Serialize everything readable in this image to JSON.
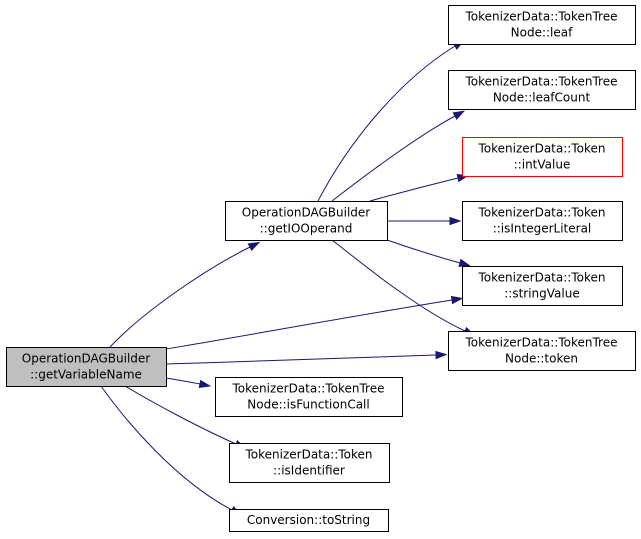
{
  "diagram": {
    "type": "call-graph",
    "colors": {
      "edge": "#191970",
      "root_fill": "#bfbfbf",
      "node_fill": "#ffffff",
      "node_border": "#000000",
      "missing_border": "#ff0000"
    },
    "nodes": [
      {
        "id": "getVariableName",
        "lines": [
          "OperationDAGBuilder",
          "::getVariableName"
        ],
        "style": "root"
      },
      {
        "id": "getIOOperand",
        "lines": [
          "OperationDAGBuilder",
          "::getIOOperand"
        ],
        "style": "normal"
      },
      {
        "id": "leaf",
        "lines": [
          "TokenizerData::TokenTree",
          "Node::leaf"
        ],
        "style": "normal"
      },
      {
        "id": "leafCount",
        "lines": [
          "TokenizerData::TokenTree",
          "Node::leafCount"
        ],
        "style": "normal"
      },
      {
        "id": "intValue",
        "lines": [
          "TokenizerData::Token",
          "::intValue"
        ],
        "style": "missing"
      },
      {
        "id": "isIntegerLiteral",
        "lines": [
          "TokenizerData::Token",
          "::isIntegerLiteral"
        ],
        "style": "normal"
      },
      {
        "id": "stringValue",
        "lines": [
          "TokenizerData::Token",
          "::stringValue"
        ],
        "style": "normal"
      },
      {
        "id": "token",
        "lines": [
          "TokenizerData::TokenTree",
          "Node::token"
        ],
        "style": "normal"
      },
      {
        "id": "isFunctionCall",
        "lines": [
          "TokenizerData::TokenTree",
          "Node::isFunctionCall"
        ],
        "style": "normal"
      },
      {
        "id": "isIdentifier",
        "lines": [
          "TokenizerData::Token",
          "::isIdentifier"
        ],
        "style": "normal"
      },
      {
        "id": "toString",
        "lines": [
          "Conversion::toString"
        ],
        "style": "normal"
      }
    ],
    "edges": [
      {
        "from": "getVariableName",
        "to": "getIOOperand"
      },
      {
        "from": "getVariableName",
        "to": "stringValue"
      },
      {
        "from": "getVariableName",
        "to": "token"
      },
      {
        "from": "getVariableName",
        "to": "isFunctionCall"
      },
      {
        "from": "getVariableName",
        "to": "isIdentifier"
      },
      {
        "from": "getVariableName",
        "to": "toString"
      },
      {
        "from": "getIOOperand",
        "to": "leaf"
      },
      {
        "from": "getIOOperand",
        "to": "leafCount"
      },
      {
        "from": "getIOOperand",
        "to": "intValue"
      },
      {
        "from": "getIOOperand",
        "to": "isIntegerLiteral"
      },
      {
        "from": "getIOOperand",
        "to": "stringValue"
      },
      {
        "from": "getIOOperand",
        "to": "token"
      }
    ]
  }
}
